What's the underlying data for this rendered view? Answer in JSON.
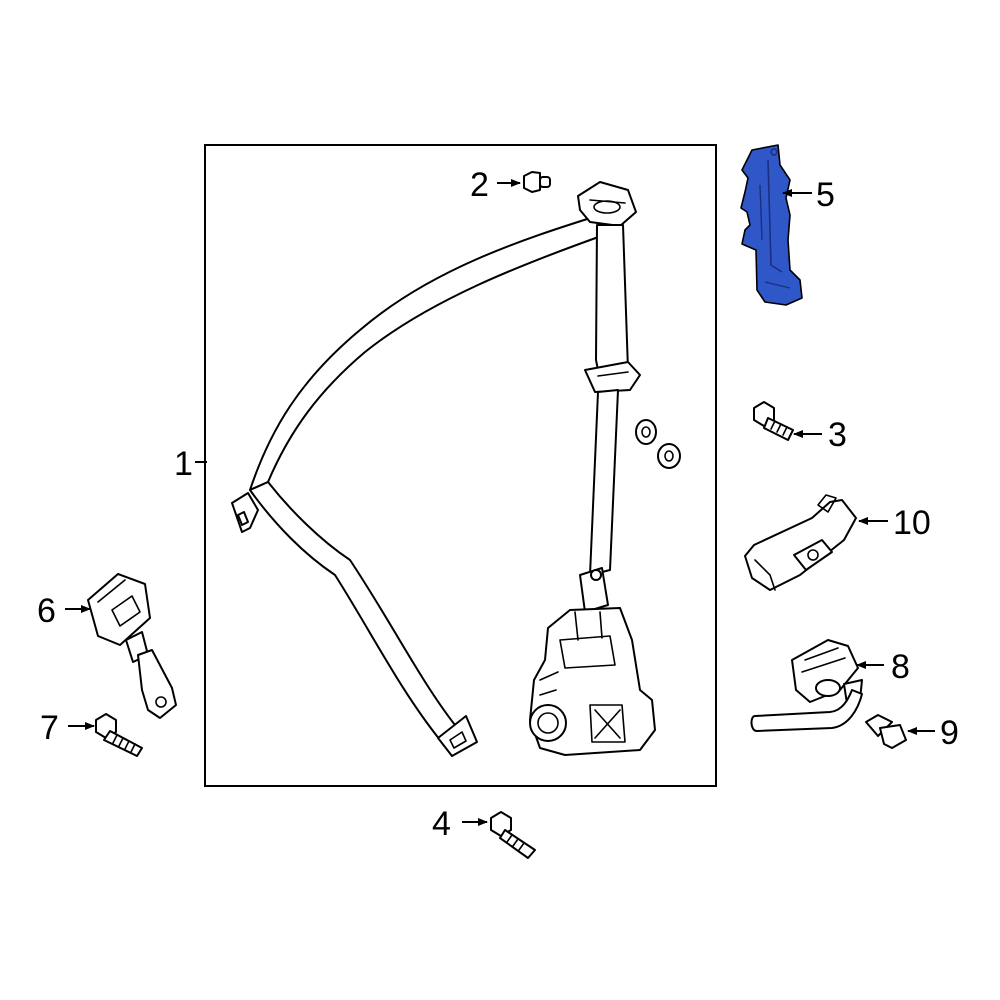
{
  "callouts": {
    "c1": "1",
    "c2": "2",
    "c3": "3",
    "c4": "4",
    "c5": "5",
    "c6": "6",
    "c7": "7",
    "c8": "8",
    "c9": "9",
    "c10": "10"
  },
  "parts": {
    "p1": {
      "name": "seat-belt-assembly",
      "highlighted": false
    },
    "p2": {
      "name": "pin",
      "highlighted": false
    },
    "p3": {
      "name": "bolt",
      "highlighted": false
    },
    "p4": {
      "name": "bolt",
      "highlighted": false
    },
    "p5": {
      "name": "height-adjuster",
      "highlighted": true
    },
    "p6": {
      "name": "buckle",
      "highlighted": false
    },
    "p7": {
      "name": "bolt",
      "highlighted": false
    },
    "p8": {
      "name": "pretensioner",
      "highlighted": false
    },
    "p9": {
      "name": "bolt",
      "highlighted": false
    },
    "p10": {
      "name": "guide",
      "highlighted": false
    }
  },
  "colors": {
    "highlight": "#2f57c8",
    "outline": "#000000",
    "background": "#ffffff"
  }
}
